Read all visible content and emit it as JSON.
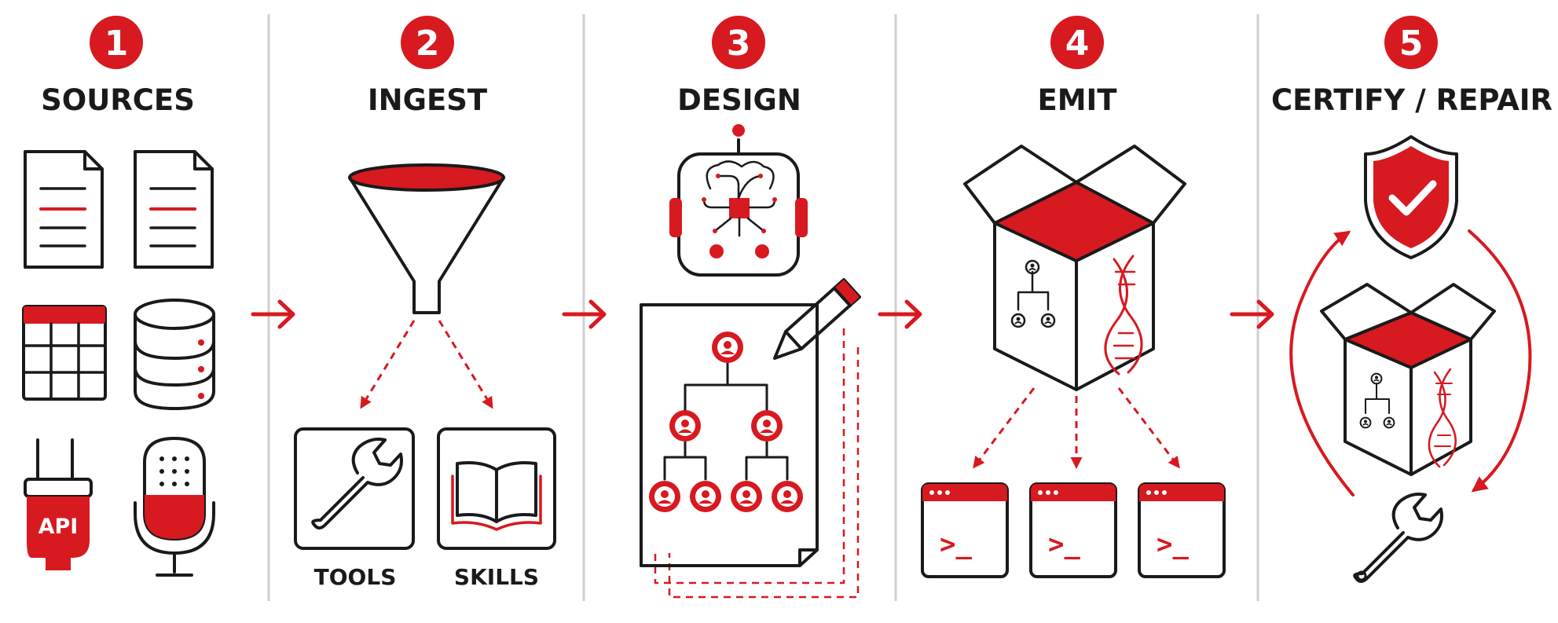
{
  "steps": [
    {
      "number": "1",
      "title": "SOURCES"
    },
    {
      "number": "2",
      "title": "INGEST"
    },
    {
      "number": "3",
      "title": "DESIGN"
    },
    {
      "number": "4",
      "title": "EMIT"
    },
    {
      "number": "5",
      "title": "CERTIFY / REPAIR"
    }
  ],
  "sources": {
    "api_label": "API"
  },
  "ingest": {
    "tools_label": "TOOLS",
    "skills_label": "SKILLS"
  },
  "emit": {
    "prompt_symbol": ">_"
  },
  "colors": {
    "accent": "#d71920",
    "ink": "#1a1a1a",
    "divider": "#cfcfcf",
    "background": "#ffffff"
  },
  "icons": [
    "document-icon",
    "spreadsheet-icon",
    "database-icon",
    "api-plug-icon",
    "microphone-icon",
    "funnel-icon",
    "wrench-icon",
    "book-icon",
    "robot-brain-icon",
    "org-chart-document-icon",
    "pencil-icon",
    "open-box-icon",
    "org-chart-icon",
    "dna-icon",
    "terminal-window-icon",
    "shield-check-icon",
    "cycle-arrow-icon",
    "arrow-right-icon"
  ]
}
